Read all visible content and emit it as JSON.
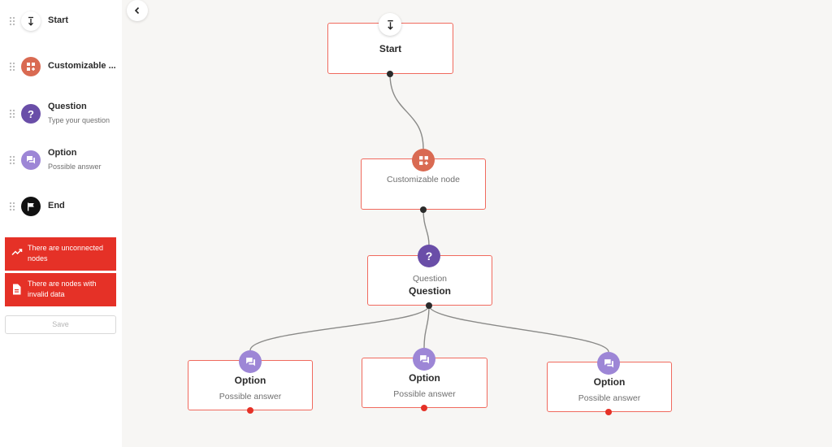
{
  "palette": {
    "items": [
      {
        "title": "Start",
        "subtitle": "",
        "icon": "start-icon"
      },
      {
        "title": "Customizable ...",
        "subtitle": "",
        "icon": "widget-add-icon"
      },
      {
        "title": "Question",
        "subtitle": "Type your question",
        "icon": "question-icon"
      },
      {
        "title": "Option",
        "subtitle": "Possible answer",
        "icon": "chat-bubbles-icon"
      },
      {
        "title": "End",
        "subtitle": "",
        "icon": "flag-icon"
      }
    ]
  },
  "alerts": [
    {
      "text": "There are unconnected nodes",
      "icon": "trending-up-icon"
    },
    {
      "text": "There are nodes with invalid data",
      "icon": "document-icon"
    }
  ],
  "save_label": "Save",
  "nodes": {
    "start": {
      "title": "Start"
    },
    "custom": {
      "subtitle": "Customizable node"
    },
    "question": {
      "subtitle": "Question",
      "title": "Question"
    },
    "option1": {
      "title": "Option",
      "subtitle": "Possible answer"
    },
    "option2": {
      "title": "Option",
      "subtitle": "Possible answer"
    },
    "option3": {
      "title": "Option",
      "subtitle": "Possible answer"
    }
  },
  "colors": {
    "accent_red": "#e53127",
    "node_border": "#f06a5e",
    "custom_icon_bg": "#d96a52",
    "question_icon_bg": "#6a4ea8",
    "option_icon_bg": "#9d86d6",
    "end_icon_bg": "#111111",
    "edge": "#8a8a88"
  }
}
